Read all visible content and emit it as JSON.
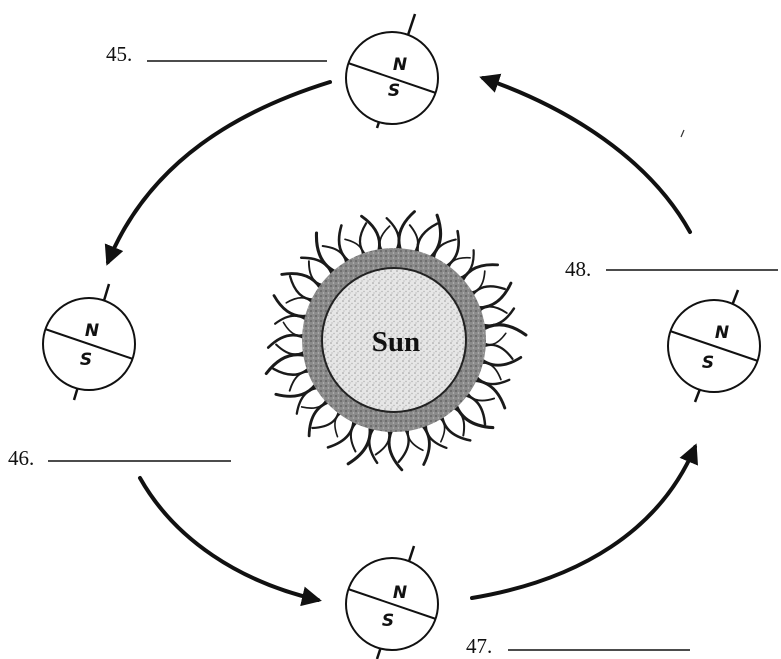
{
  "sun": {
    "label": "Sun"
  },
  "earth": {
    "north_label": "N",
    "south_label": "S"
  },
  "blanks": [
    {
      "label": "45."
    },
    {
      "label": "46."
    },
    {
      "label": "47."
    },
    {
      "label": "48."
    }
  ],
  "colors": {
    "ink": "#111111",
    "sun_fill": "#dcdcdc",
    "corona": "#8c8c8c"
  }
}
